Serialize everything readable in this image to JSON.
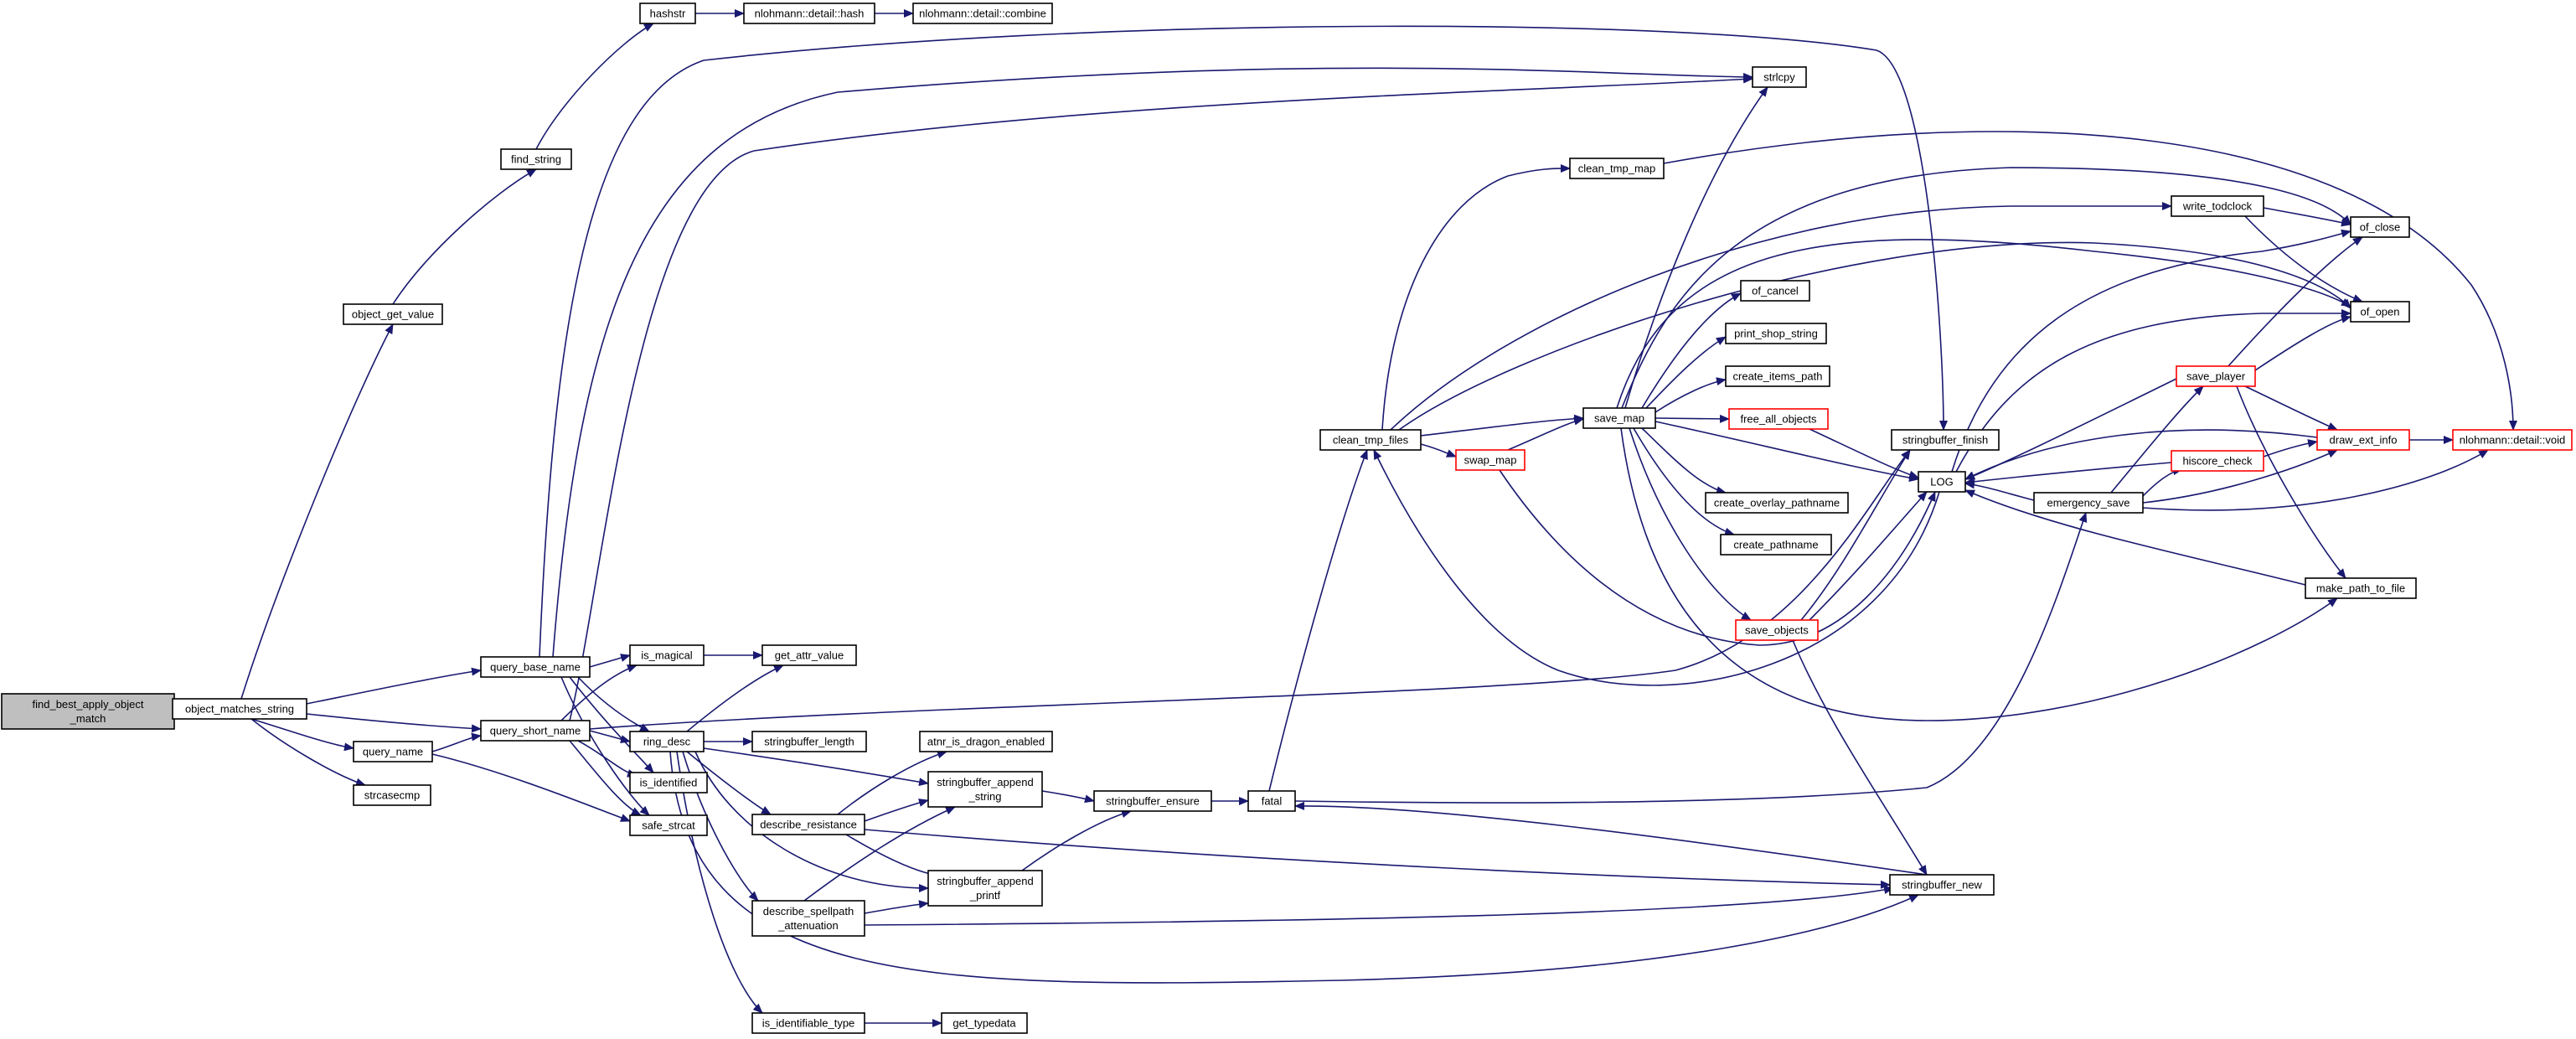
{
  "colors": {
    "edge": "#191970",
    "node_border": "#000000",
    "node_fill": "#ffffff",
    "truncated_border": "#ff0000",
    "root_fill": "#bfbfbf"
  },
  "nodes": [
    {
      "id": "root",
      "lines": [
        "find_best_apply_object",
        "_match"
      ],
      "style": "root"
    },
    {
      "id": "object_matches_string",
      "lines": [
        "object_matches_string"
      ],
      "style": "normal"
    },
    {
      "id": "object_get_value",
      "lines": [
        "object_get_value"
      ],
      "style": "normal"
    },
    {
      "id": "find_string",
      "lines": [
        "find_string"
      ],
      "style": "normal"
    },
    {
      "id": "hashstr",
      "lines": [
        "hashstr"
      ],
      "style": "normal"
    },
    {
      "id": "nlohmann_hash",
      "lines": [
        "nlohmann::detail::hash"
      ],
      "style": "normal"
    },
    {
      "id": "nlohmann_combine",
      "lines": [
        "nlohmann::detail::combine"
      ],
      "style": "normal"
    },
    {
      "id": "strlcpy",
      "lines": [
        "strlcpy"
      ],
      "style": "normal"
    },
    {
      "id": "query_base_name",
      "lines": [
        "query_base_name"
      ],
      "style": "normal"
    },
    {
      "id": "query_short_name",
      "lines": [
        "query_short_name"
      ],
      "style": "normal"
    },
    {
      "id": "query_name",
      "lines": [
        "query_name"
      ],
      "style": "normal"
    },
    {
      "id": "strcasecmp",
      "lines": [
        "strcasecmp"
      ],
      "style": "normal"
    },
    {
      "id": "is_magical",
      "lines": [
        "is_magical"
      ],
      "style": "normal"
    },
    {
      "id": "get_attr_value",
      "lines": [
        "get_attr_value"
      ],
      "style": "normal"
    },
    {
      "id": "ring_desc",
      "lines": [
        "ring_desc"
      ],
      "style": "normal"
    },
    {
      "id": "stringbuffer_length",
      "lines": [
        "stringbuffer_length"
      ],
      "style": "normal"
    },
    {
      "id": "is_identified",
      "lines": [
        "is_identified"
      ],
      "style": "normal"
    },
    {
      "id": "safe_strcat",
      "lines": [
        "safe_strcat"
      ],
      "style": "normal"
    },
    {
      "id": "atnr_is_dragon_enabled",
      "lines": [
        "atnr_is_dragon_enabled"
      ],
      "style": "normal"
    },
    {
      "id": "sb_append_string",
      "lines": [
        "stringbuffer_append",
        "_string"
      ],
      "style": "normal"
    },
    {
      "id": "describe_resistance",
      "lines": [
        "describe_resistance"
      ],
      "style": "normal"
    },
    {
      "id": "sb_append_printf",
      "lines": [
        "stringbuffer_append",
        "_printf"
      ],
      "style": "normal"
    },
    {
      "id": "describe_spellpath",
      "lines": [
        "describe_spellpath",
        "_attenuation"
      ],
      "style": "normal"
    },
    {
      "id": "is_identifiable_type",
      "lines": [
        "is_identifiable_type"
      ],
      "style": "normal"
    },
    {
      "id": "get_typedata",
      "lines": [
        "get_typedata"
      ],
      "style": "normal"
    },
    {
      "id": "sb_ensure",
      "lines": [
        "stringbuffer_ensure"
      ],
      "style": "normal"
    },
    {
      "id": "fatal",
      "lines": [
        "fatal"
      ],
      "style": "normal"
    },
    {
      "id": "clean_tmp_files",
      "lines": [
        "clean_tmp_files"
      ],
      "style": "normal"
    },
    {
      "id": "clean_tmp_map",
      "lines": [
        "clean_tmp_map"
      ],
      "style": "normal"
    },
    {
      "id": "swap_map",
      "lines": [
        "swap_map"
      ],
      "style": "truncated"
    },
    {
      "id": "save_map",
      "lines": [
        "save_map"
      ],
      "style": "normal"
    },
    {
      "id": "of_cancel",
      "lines": [
        "of_cancel"
      ],
      "style": "normal"
    },
    {
      "id": "print_shop_string",
      "lines": [
        "print_shop_string"
      ],
      "style": "normal"
    },
    {
      "id": "create_items_path",
      "lines": [
        "create_items_path"
      ],
      "style": "normal"
    },
    {
      "id": "free_all_objects",
      "lines": [
        "free_all_objects"
      ],
      "style": "truncated"
    },
    {
      "id": "create_overlay_pathname",
      "lines": [
        "create_overlay_pathname"
      ],
      "style": "normal"
    },
    {
      "id": "create_pathname",
      "lines": [
        "create_pathname"
      ],
      "style": "normal"
    },
    {
      "id": "save_objects",
      "lines": [
        "save_objects"
      ],
      "style": "truncated"
    },
    {
      "id": "stringbuffer_finish",
      "lines": [
        "stringbuffer_finish"
      ],
      "style": "normal"
    },
    {
      "id": "LOG",
      "lines": [
        "LOG"
      ],
      "style": "normal"
    },
    {
      "id": "stringbuffer_new",
      "lines": [
        "stringbuffer_new"
      ],
      "style": "normal"
    },
    {
      "id": "write_todclock",
      "lines": [
        "write_todclock"
      ],
      "style": "normal"
    },
    {
      "id": "of_close",
      "lines": [
        "of_close"
      ],
      "style": "normal"
    },
    {
      "id": "of_open",
      "lines": [
        "of_open"
      ],
      "style": "normal"
    },
    {
      "id": "save_player",
      "lines": [
        "save_player"
      ],
      "style": "truncated"
    },
    {
      "id": "hiscore_check",
      "lines": [
        "hiscore_check"
      ],
      "style": "truncated"
    },
    {
      "id": "emergency_save",
      "lines": [
        "emergency_save"
      ],
      "style": "normal"
    },
    {
      "id": "draw_ext_info",
      "lines": [
        "draw_ext_info"
      ],
      "style": "truncated"
    },
    {
      "id": "nlohmann_void",
      "lines": [
        "nlohmann::detail::void"
      ],
      "style": "truncated"
    },
    {
      "id": "make_path_to_file",
      "lines": [
        "make_path_to_file"
      ],
      "style": "normal"
    }
  ]
}
